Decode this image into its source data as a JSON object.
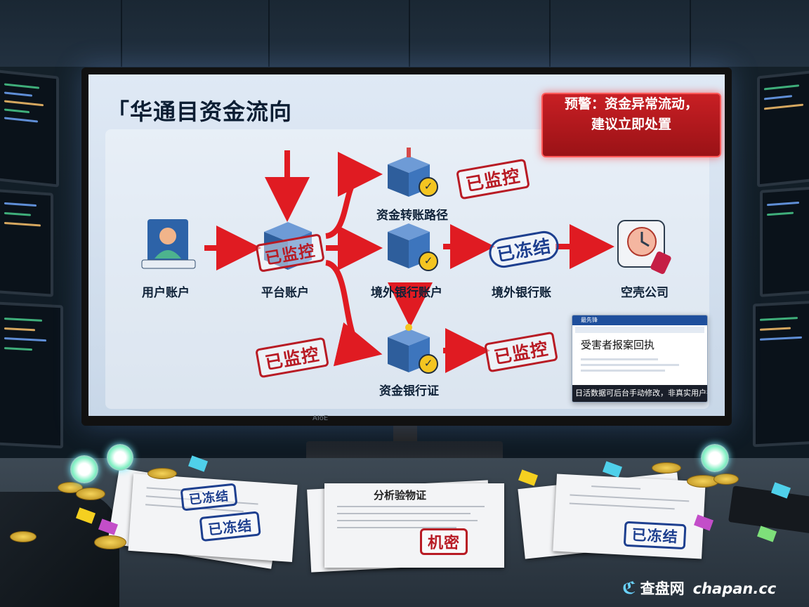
{
  "screen": {
    "title": "「华通目资金流向",
    "alert": {
      "line1": "预警：资金异常流动，",
      "line2": "建议立即处置"
    },
    "nodes": {
      "user_account": "用户账户",
      "platform_account": "平台账户",
      "transfer_path": "资金转账路径",
      "overseas_bank_account": "境外银行账户",
      "overseas_bank": "境外银行账",
      "shell_company": "空壳公司",
      "fund_bank_cert": "资金银行证"
    },
    "stamps": {
      "monitored": "已监控",
      "frozen": "已冻结"
    },
    "mini_window": {
      "title": "受害者报案回执",
      "app_name": "最先锋",
      "footer_text": "日活数据可后台手动修改，非真实用户行为"
    },
    "monitor_brand": "AIoE"
  },
  "desk": {
    "papers": {
      "left_stamp1": "已冻结",
      "left_stamp2": "已冻结",
      "center_title": "分析验物证",
      "center_stamp": "机密",
      "right_stamp": "已冻结"
    }
  },
  "watermark": {
    "name": "查盘网",
    "url": "chapan.cc"
  },
  "colors": {
    "alert_red": "#c81f24",
    "stamp_red": "#b81b24",
    "stamp_blue": "#1d3f8f",
    "arrow_red": "#e01b22"
  }
}
